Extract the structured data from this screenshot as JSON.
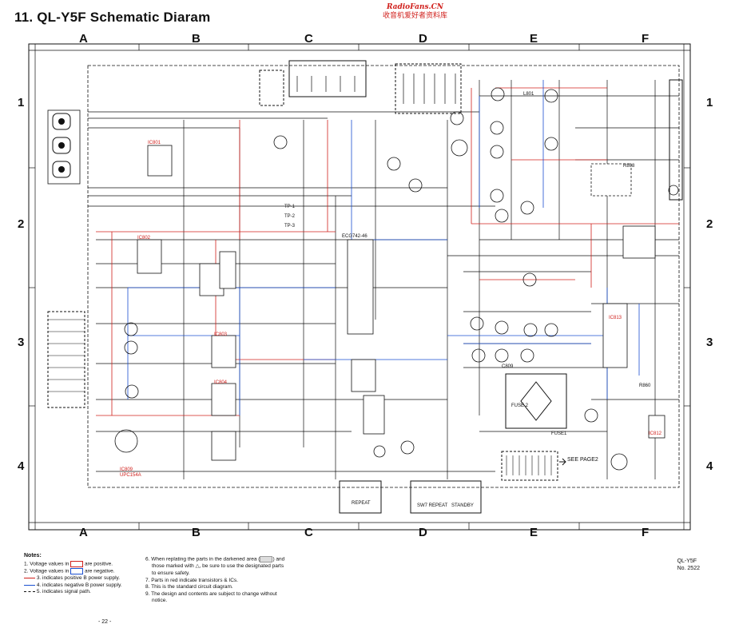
{
  "title": "11. QL-Y5F Schematic Diaram",
  "watermark": {
    "brand": "RadioFans.CN",
    "subtitle": "收音机爱好者资料库"
  },
  "grid": {
    "columns": [
      "A",
      "B",
      "C",
      "D",
      "E",
      "F"
    ],
    "rows": [
      "1",
      "2",
      "3",
      "4"
    ]
  },
  "callouts": {
    "see_page": "SEE PAGE2"
  },
  "labels": {
    "ic801": "IC801",
    "ic802": "IC802",
    "ic803": "IC803",
    "ic804": "IC804",
    "ic809": "IC809",
    "ic812": "IC812",
    "ic813": "IC813",
    "ecg": "ECG742-46",
    "tp1": "TP-1",
    "tp2": "TP-2",
    "tp3": "TP-3",
    "fuse1": "FUSE1",
    "fuse2": "FUSE 2",
    "repeat": "REPEAT",
    "sw7": "SW7 REPEAT",
    "standby": "STANDBY",
    "uds": "UPC154A",
    "c809": "C809",
    "l801": "L801",
    "r808": "R808",
    "r860": "R860"
  },
  "notes": {
    "heading": "Notes:",
    "items": [
      "1. Voltage values in",
      "are positive.",
      "2. Voltage values in",
      "are negative.",
      "3. indicates positive B power supply.",
      "4. indicates negative B power supply.",
      "5. indicates signal path."
    ],
    "n6a": "6. When replating the parts in the darkened area (",
    "n6b": ") and",
    "n6c": "those marked with",
    "n6d": ", be sure to use the designated parts",
    "n6e": "to ensure safety.",
    "n7": "7. Parts in red indicate transistors & ICs.",
    "n8": "8. This is the standard circuit diagram.",
    "n9a": "9. The design and contents are subject to change without",
    "n9b": "notice."
  },
  "model": {
    "name": "QL-Y5F",
    "number": "No. 2522"
  },
  "page_number": "- 22 -"
}
